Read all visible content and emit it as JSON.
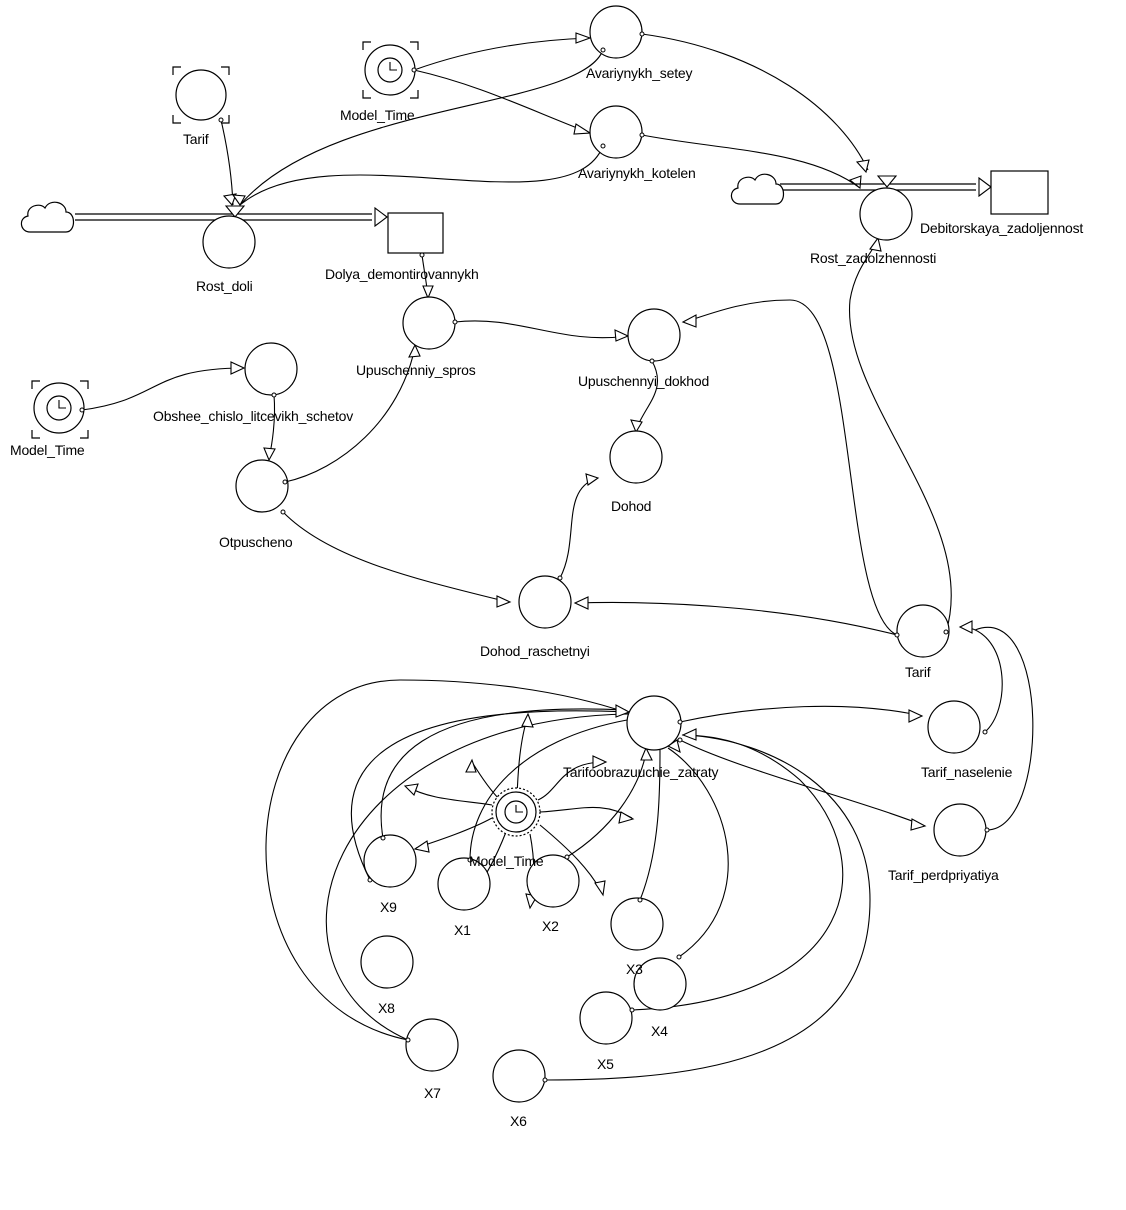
{
  "diagram": {
    "labels": {
      "tarif_top": "Tarif",
      "model_time_top": "Model_Time",
      "avariynykh_setey": "Avariynykh_setey",
      "avariynykh_kotelen": "Avariynykh_kotelen",
      "rost_doli": "Rost_doli",
      "dolya_demontirovannykh": "Dolya_demontirovannykh",
      "rost_zadolzhennosti": "Rost_zadolzhennosti",
      "debitorskaya": "Debitorskaya_zadoljennost",
      "model_time_left": "Model_Time",
      "obshee_chislo": "Obshee_chislo_litcevikh_schetov",
      "upuschenniy_spros": "Upuschenniy_spros",
      "upuschennyi_dokhod": "Upuschennyi_dokhod",
      "otpuscheno": "Otpuscheno",
      "dohod": "Dohod",
      "dohod_raschetnyi": "Dohod_raschetnyi",
      "tarif_mid": "Tarif",
      "tarifoobrazuuchie": "Tarifoobrazuuchie_zatraty",
      "tarif_naselenie": "Tarif_naselenie",
      "tarif_perdpriyatiya": "Tarif_perdpriyatiya",
      "x1": "X1",
      "x2": "X2",
      "x3": "X3",
      "x4": "X4",
      "x5": "X5",
      "x6": "X6",
      "x7": "X7",
      "x8": "X8",
      "x9": "X9",
      "model_time_bottom": "Model_Time"
    }
  }
}
